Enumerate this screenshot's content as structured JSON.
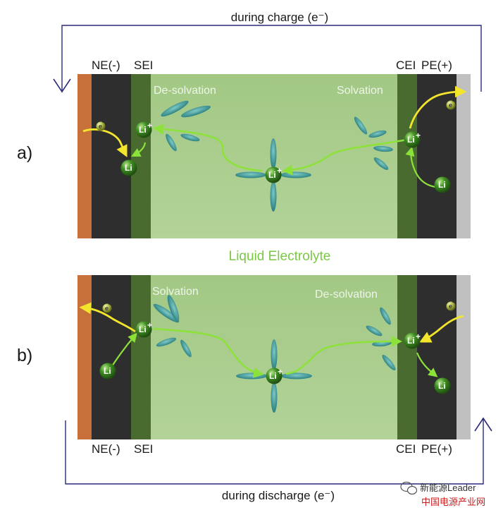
{
  "labels": {
    "charge_caption": "during charge (e⁻)",
    "discharge_caption": "during discharge (e⁻)",
    "panel_a": "a)",
    "panel_b": "b)",
    "ne": "NE(-)",
    "sei": "SEI",
    "cei": "CEI",
    "pe": "PE(+)",
    "desolvation": "De-solvation",
    "solvation": "Solvation",
    "liquid_electrolyte": "Liquid Electrolyte",
    "li_ion": "Li",
    "li_plus": "+",
    "li_atom": "Li",
    "electron": "e",
    "electron_sup": "-"
  },
  "watermark": {
    "brand": "新能源Leader",
    "site": "中国电源产业网"
  },
  "colors": {
    "anode_copper": "#c8703a",
    "electrode_dark": "#2e2e2e",
    "interphase_green": "#4a6b30",
    "electrolyte_green": "#a8cc88",
    "cathode_al": "#c0c0c0",
    "arrow_green": "#8de23a",
    "arrow_yellow": "#f2e52c",
    "circuit_line": "#2b2a7a",
    "solvent_teal": "#3d9a9a"
  }
}
